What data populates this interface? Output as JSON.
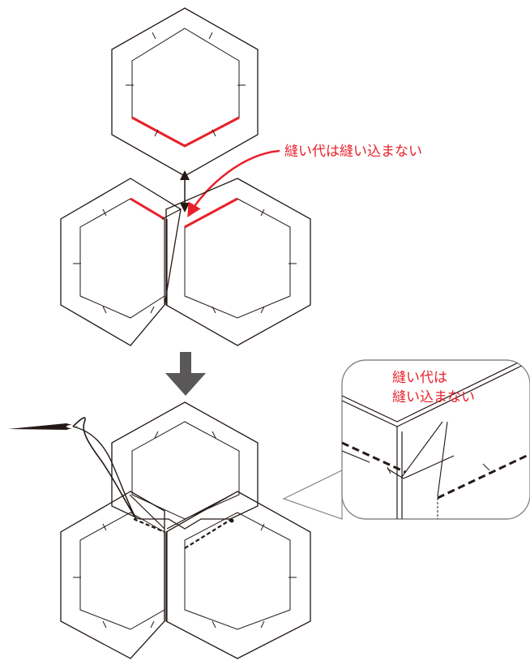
{
  "annotations": {
    "main_callout": "縫い代は縫い込まない",
    "zoom_callout_line1": "縫い代は",
    "zoom_callout_line2": "縫い込まない"
  },
  "colors": {
    "accent_red": "#e8202a",
    "line_black": "#231815",
    "arrow_gray": "#595757",
    "zoom_frame": "#888888",
    "background": "#ffffff"
  }
}
